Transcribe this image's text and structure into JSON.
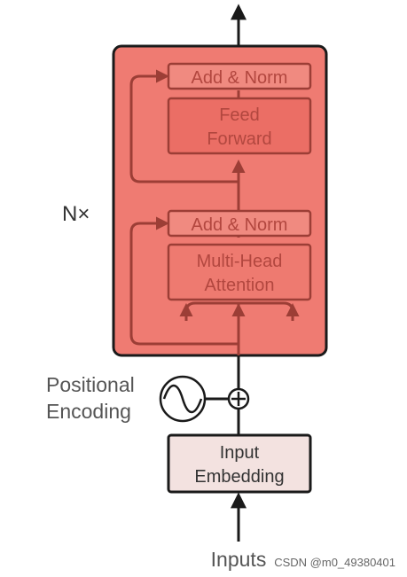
{
  "encoder": {
    "repeat_label": "N×",
    "ffn_add_norm": "Add & Norm",
    "feed_forward_line1": "Feed",
    "feed_forward_line2": "Forward",
    "attn_add_norm": "Add & Norm",
    "attention_line1": "Multi-Head",
    "attention_line2": "Attention"
  },
  "positional_encoding": {
    "line1": "Positional",
    "line2": "Encoding"
  },
  "input_embedding": {
    "line1": "Input",
    "line2": "Embedding"
  },
  "inputs_label": "Inputs",
  "watermark": "CSDN @m0_49380401",
  "colors": {
    "encoder_block": "#ef7b72",
    "layer_fill": "#f08a80",
    "feed_forward_fill": "#eb6e65",
    "attention_fill": "#ee7a70",
    "layer_border": "#9c3e36",
    "layer_text": "#b2473f",
    "embedding_fill": "#f3e2e0",
    "line": "#1a1a1a",
    "label_text": "#555555"
  }
}
